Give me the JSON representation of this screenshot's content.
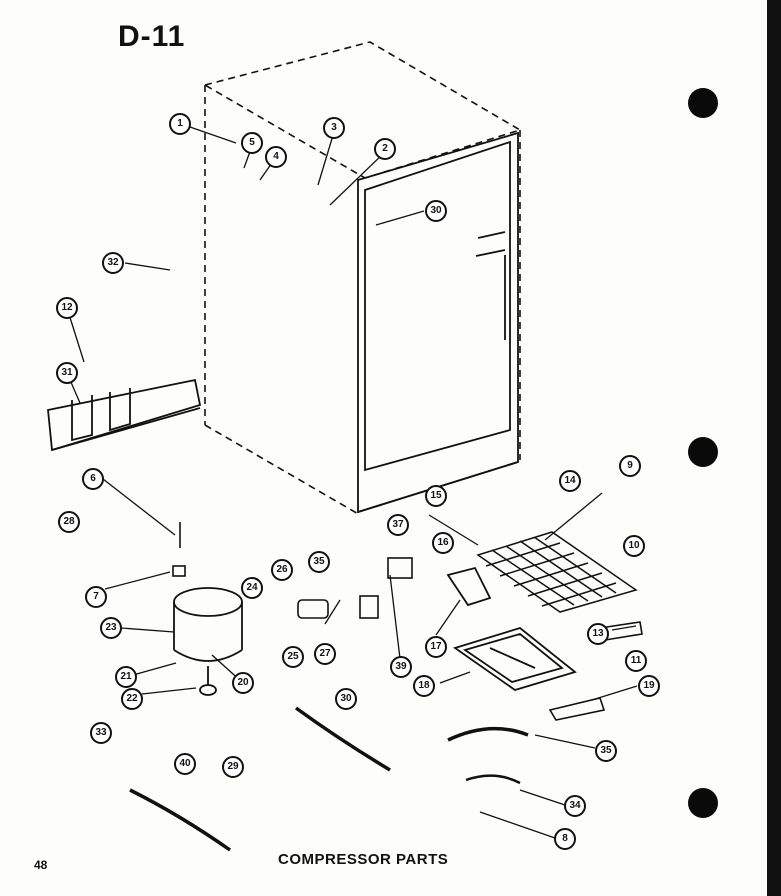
{
  "page": {
    "title": "D-11",
    "page_number": "48",
    "caption": "COMPRESSOR PARTS"
  },
  "colors": {
    "ink": "#111111",
    "paper": "#fdfdfb"
  },
  "callouts": [
    "1",
    "5",
    "4",
    "3",
    "2",
    "30",
    "32",
    "12",
    "31",
    "6",
    "28",
    "7",
    "23",
    "21",
    "22",
    "20",
    "24",
    "26",
    "25",
    "27",
    "35",
    "39",
    "37",
    "15",
    "16",
    "14",
    "9",
    "10",
    "17",
    "13",
    "11",
    "18",
    "19",
    "33",
    "40",
    "29",
    "30",
    "35",
    "34",
    "8"
  ]
}
